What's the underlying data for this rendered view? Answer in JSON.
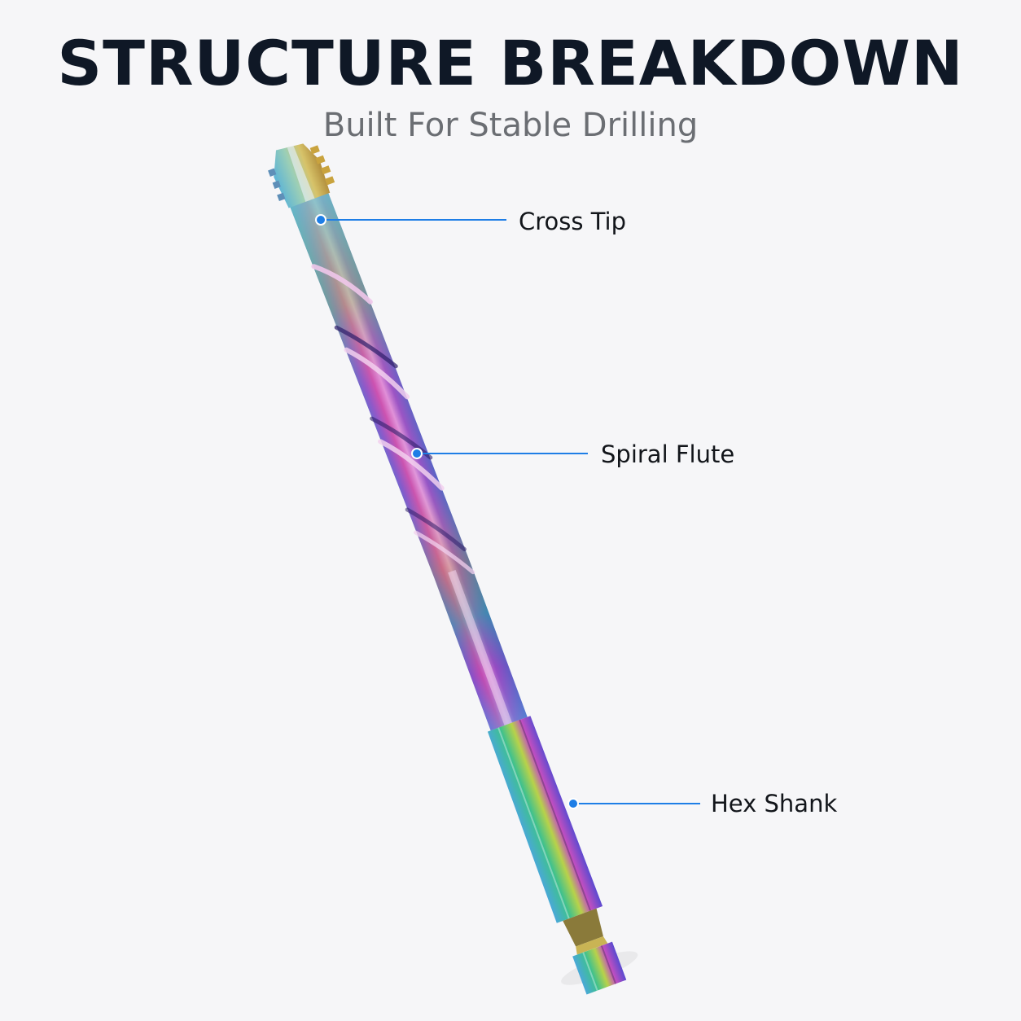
{
  "header": {
    "title": "STRUCTURE BREAKDOWN",
    "subtitle": "Built For Stable Drilling"
  },
  "callouts": [
    {
      "label": "Cross Tip"
    },
    {
      "label": "Spiral Flute"
    },
    {
      "label": "Hex Shank"
    }
  ],
  "colors": {
    "accent": "#1e7ee6",
    "title": "#0f1826",
    "subtitle": "#6b6e73",
    "background": "#f6f6f8"
  }
}
